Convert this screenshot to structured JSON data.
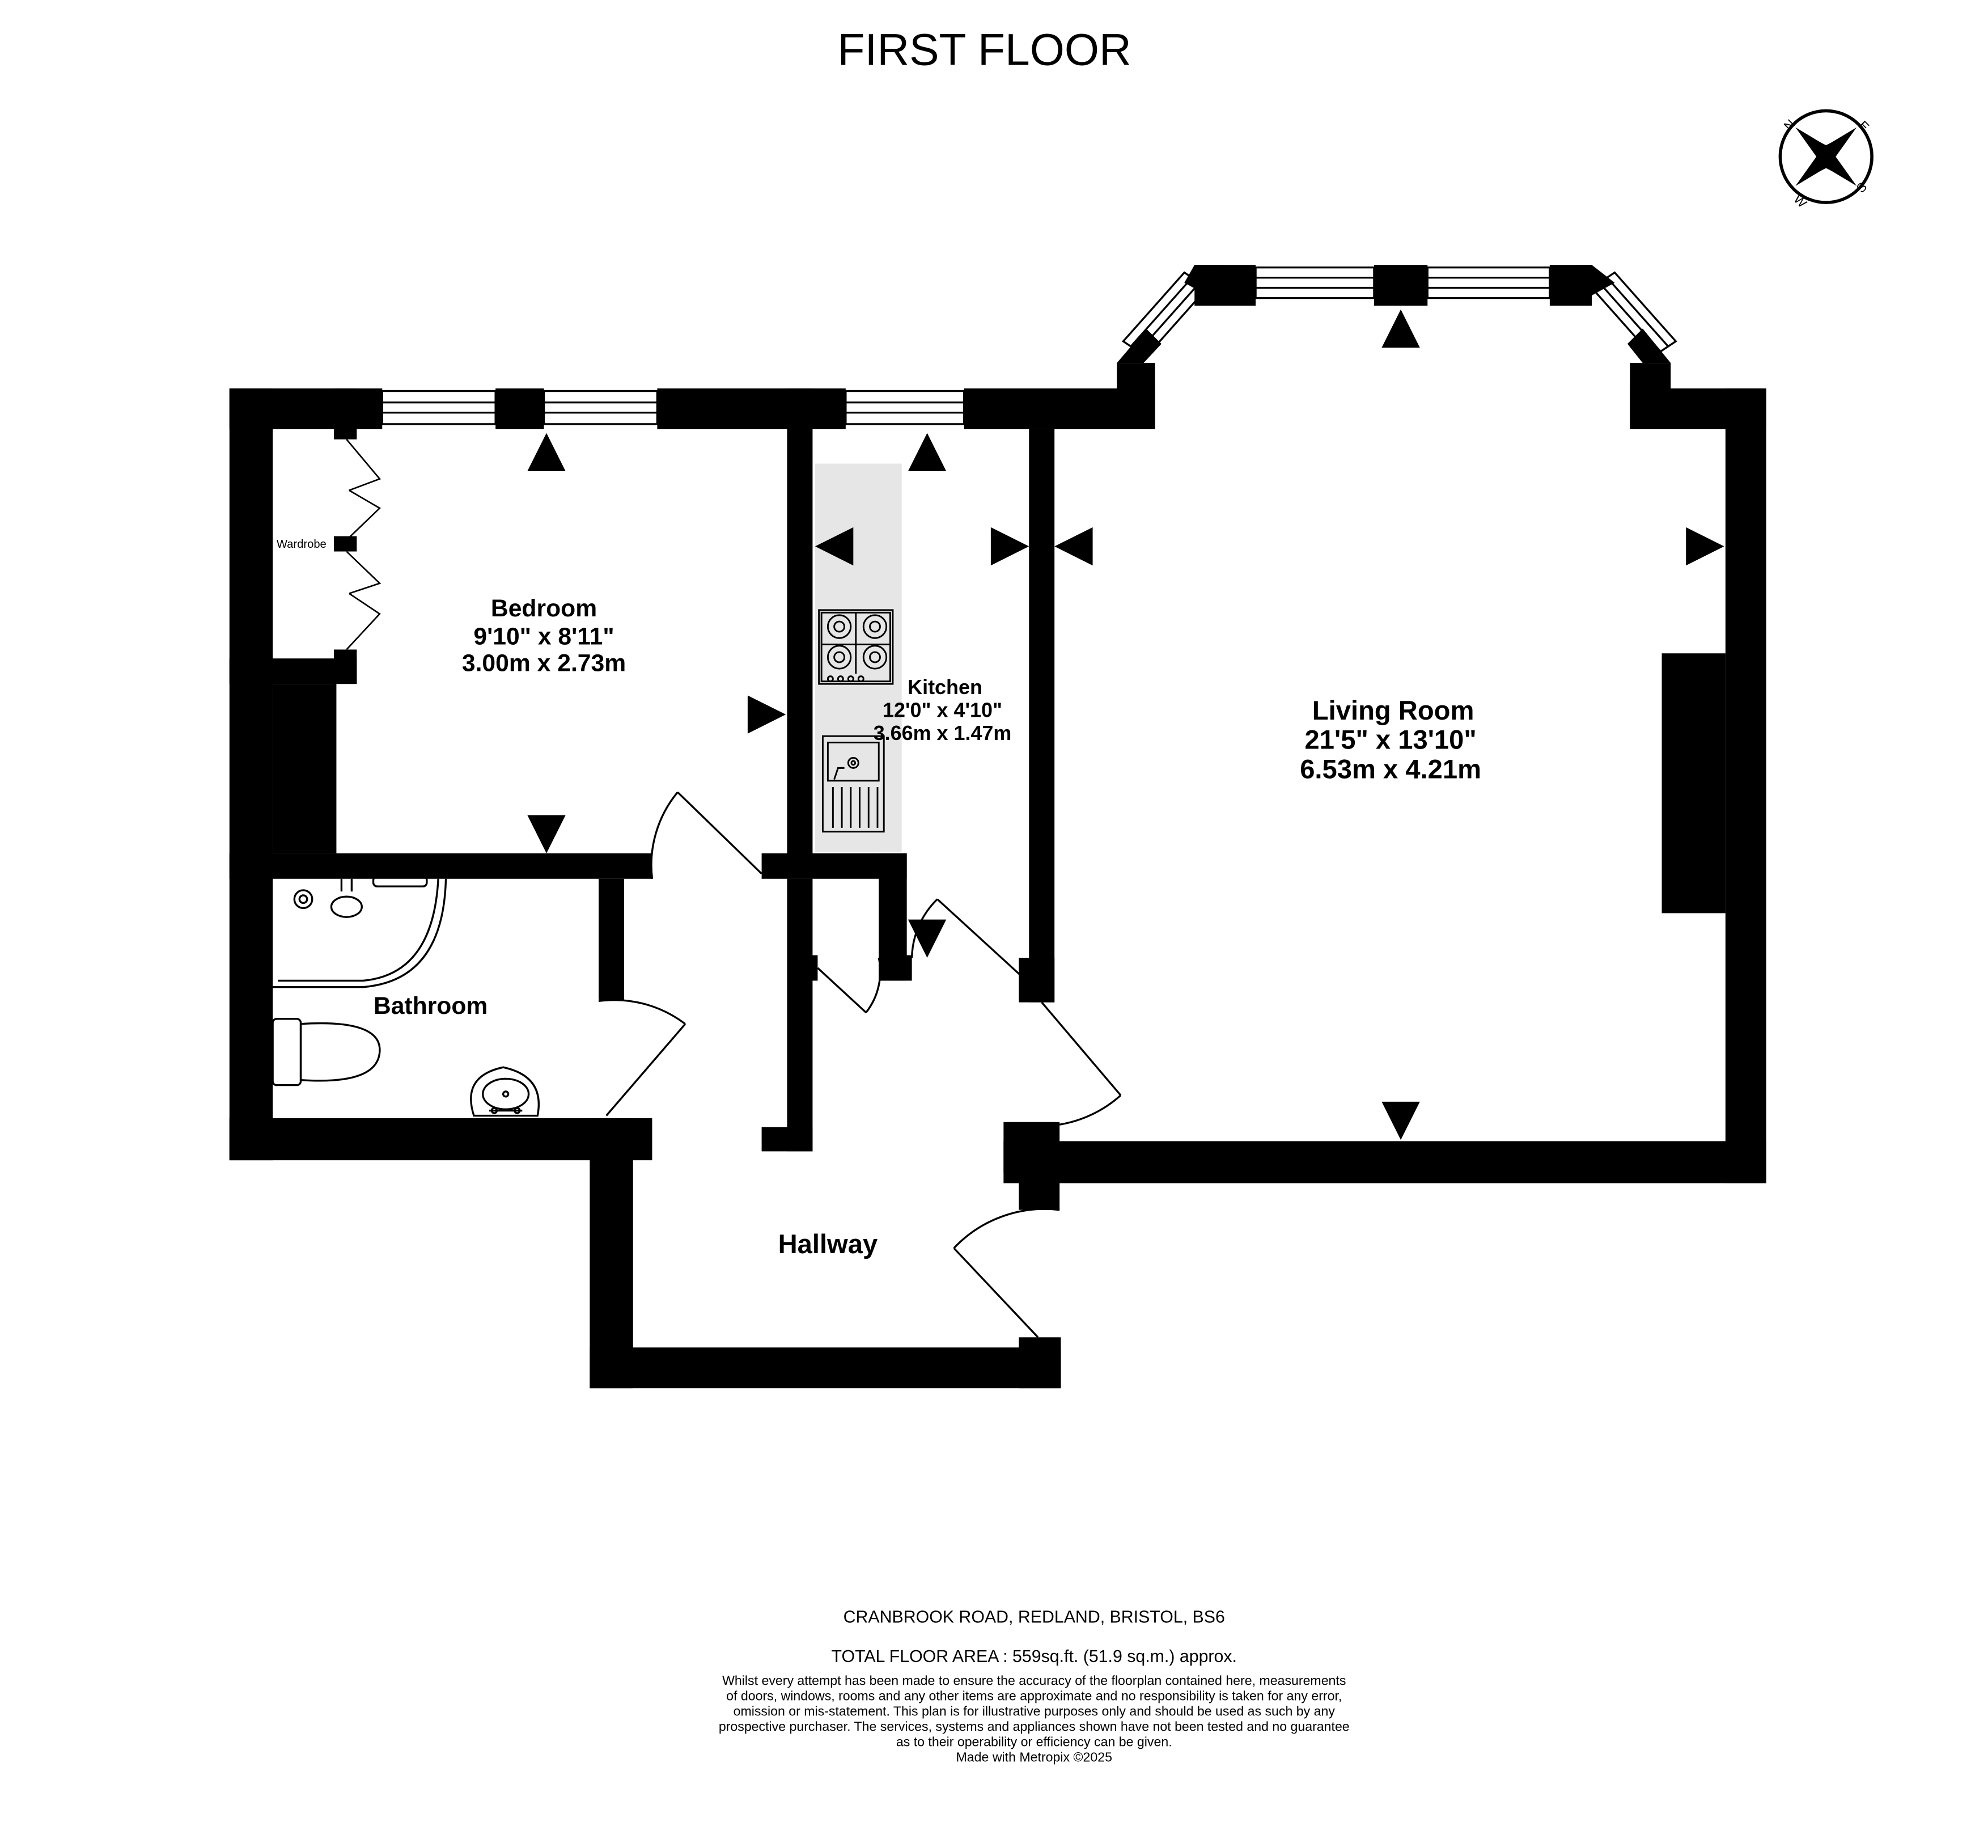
{
  "title": "FIRST FLOOR",
  "compass": {
    "n": "N",
    "e": "E",
    "s": "S",
    "w": "W"
  },
  "rooms": {
    "bedroom": {
      "name": "Bedroom",
      "imperial": "9'10\"  x 8'11\"",
      "metric": "3.00m  x 2.73m"
    },
    "kitchen": {
      "name": "Kitchen",
      "imperial": "12'0\"  x 4'10\"",
      "metric": "3.66m  x 1.47m"
    },
    "living": {
      "name": "Living Room",
      "imperial": "21'5\"  x 13'10\"",
      "metric": "6.53m  x 4.21m"
    },
    "bathroom": {
      "name": "Bathroom"
    },
    "hallway": {
      "name": "Hallway"
    }
  },
  "wardrobe_label": "Wardrobe",
  "footer": {
    "address": "CRANBROOK ROAD, REDLAND, BRISTOL, BS6",
    "area": "TOTAL FLOOR AREA : 559sq.ft. (51.9 sq.m.) approx.",
    "disclaimer": [
      "Whilst every attempt has been made to ensure the accuracy of the floorplan contained here, measurements",
      "of doors, windows, rooms and any other items are approximate and no responsibility is taken for any error,",
      "omission or mis-statement. This plan is for illustrative purposes only and should be used as such by any",
      "prospective purchaser. The services, systems and appliances shown have not been tested and no guarantee",
      "as to their operability or efficiency can be given."
    ],
    "credit": "Made with Metropix ©2025"
  }
}
